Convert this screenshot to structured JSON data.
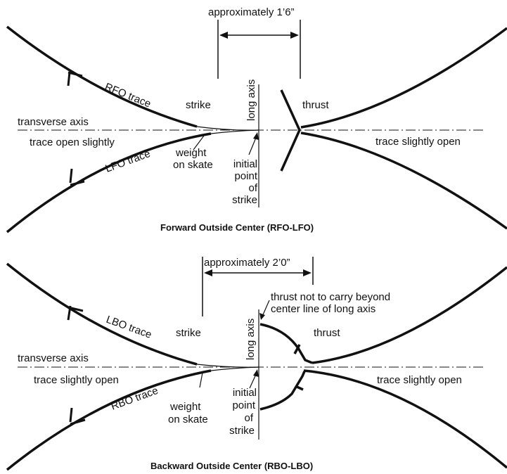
{
  "diagrams": [
    {
      "caption": "Forward Outside Center (RFO-LFO)",
      "distance": "approximately 1’6”",
      "upper_trace": "RFO trace",
      "lower_trace": "LFO trace",
      "strike": "strike",
      "long_axis": "long axis",
      "thrust": "thrust",
      "transverse_axis": "transverse axis",
      "left_open": "trace open slightly",
      "right_open": "trace slightly open",
      "weight": [
        "weight",
        "on skate"
      ],
      "initial_point": [
        "initial",
        "point",
        "of",
        "strike"
      ]
    },
    {
      "caption": "Backward Outside Center (RBO-LBO)",
      "distance": "approximately 2’0”",
      "upper_trace": "LBO trace",
      "lower_trace": "RBO trace",
      "strike": "strike",
      "long_axis": "long axis",
      "thrust": "thrust",
      "thrust_note": [
        "thrust not to carry beyond",
        "center line of long axis"
      ],
      "transverse_axis": "transverse axis",
      "left_open": "trace slightly open",
      "right_open": "trace slightly open",
      "weight": [
        "weight",
        "on skate"
      ],
      "initial_point": [
        "initial",
        "point",
        "of",
        "strike"
      ]
    }
  ]
}
